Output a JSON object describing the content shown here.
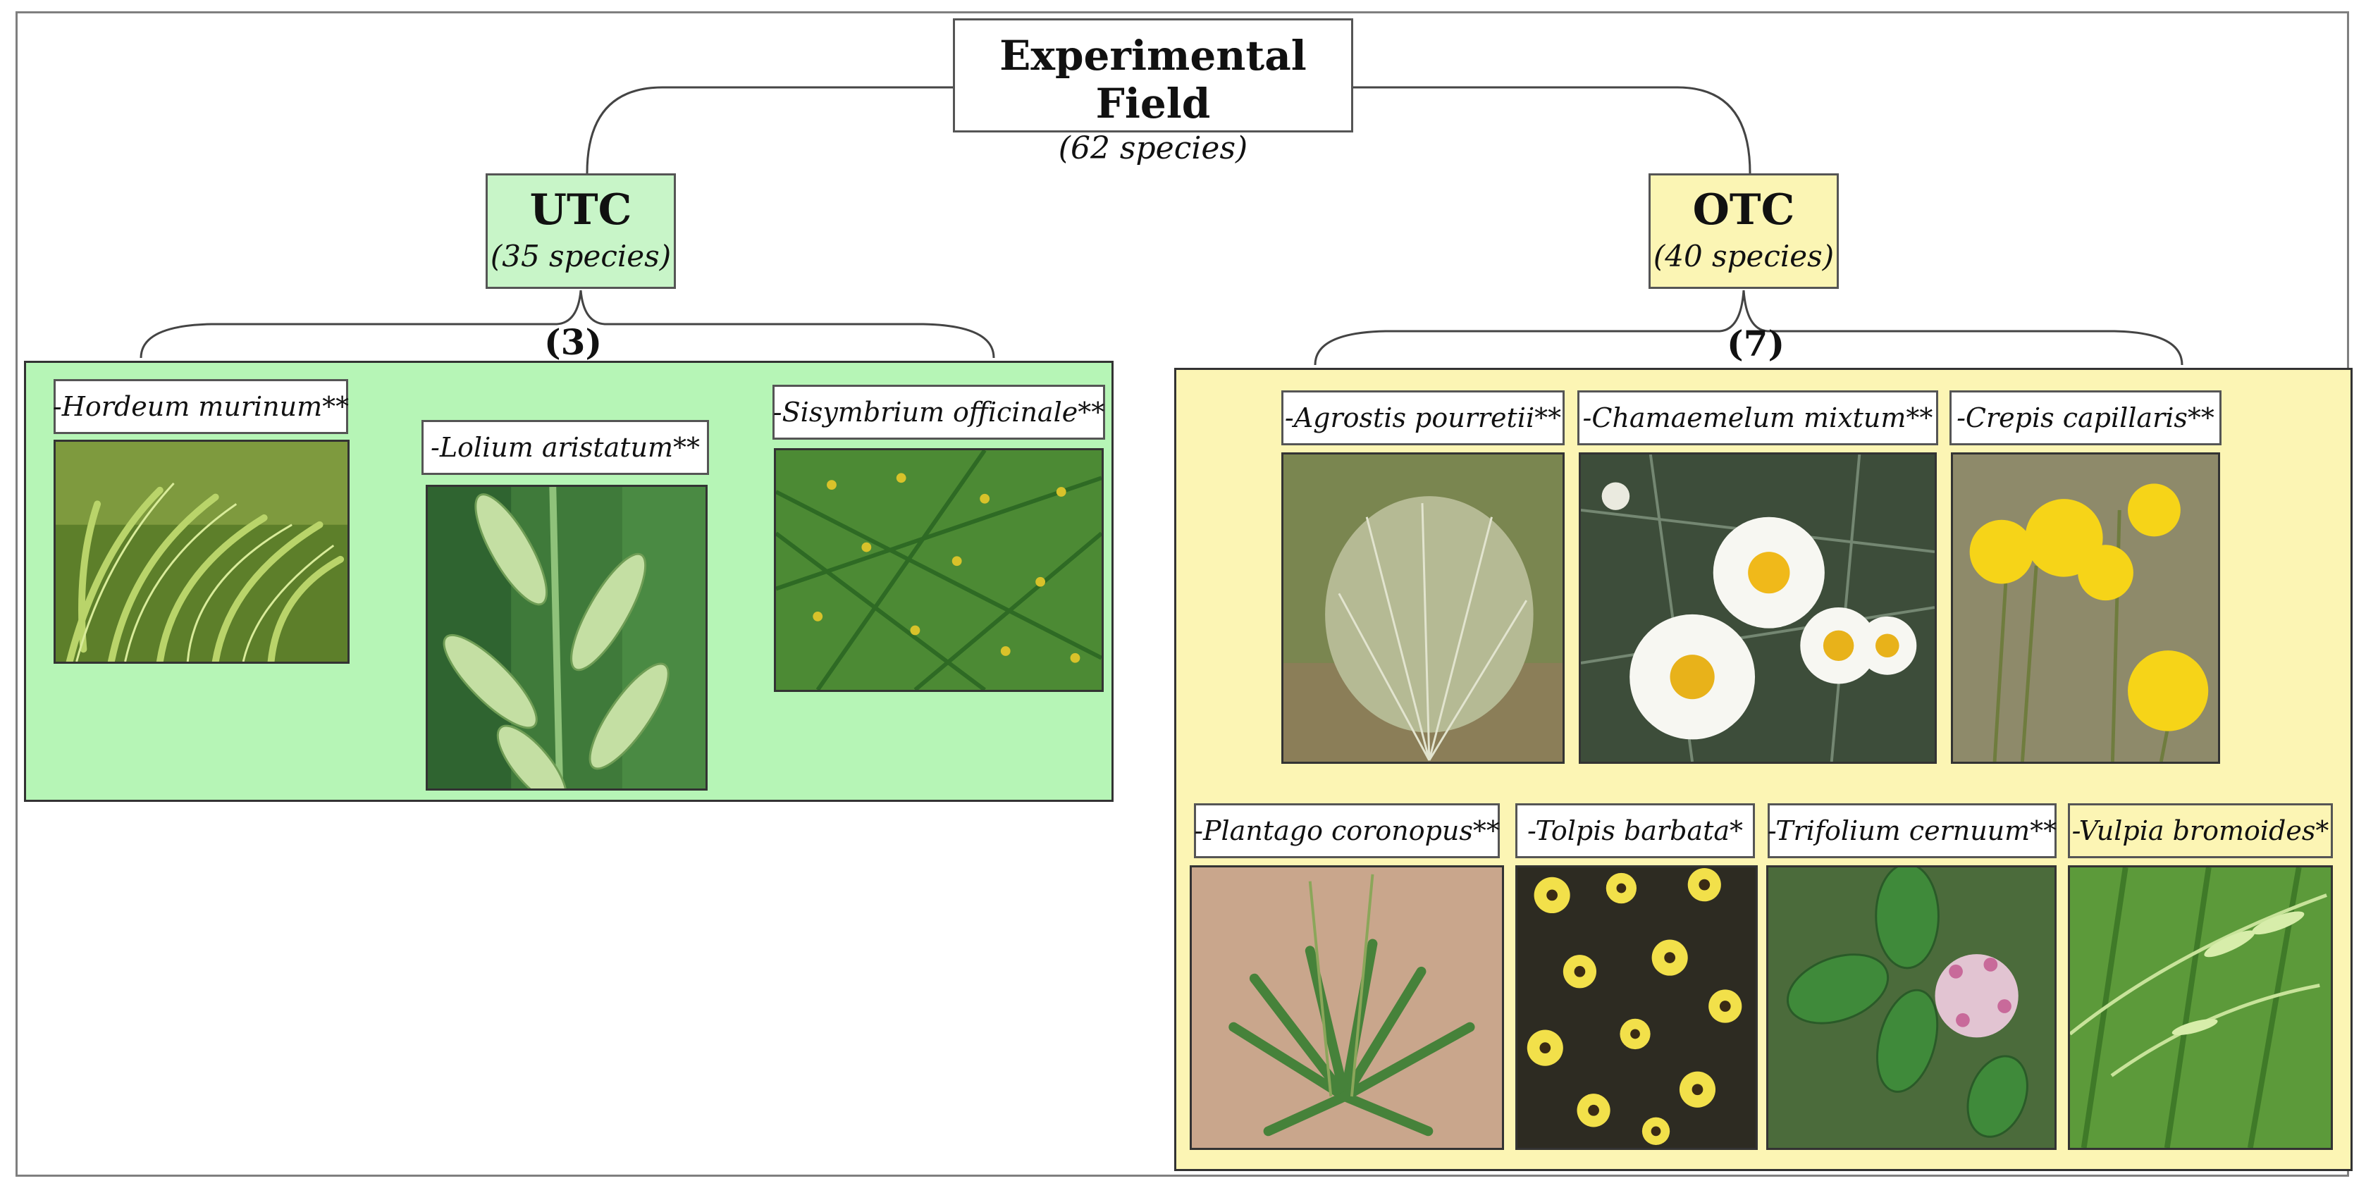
{
  "root": {
    "title": "Experimental Field",
    "subtitle": "(62 species)"
  },
  "utc": {
    "title": "UTC",
    "subtitle": "(35 species)",
    "count": "(3)",
    "color": "#b6f5b6",
    "species": [
      {
        "label": "-Hordeum murinum**",
        "photo": "grass-spikes-photo"
      },
      {
        "label": "-Lolium aristatum**",
        "photo": "ryegrass-photo"
      },
      {
        "label": "-Sisymbrium officinale**",
        "photo": "hedge-mustard-photo"
      }
    ]
  },
  "otc": {
    "title": "OTC",
    "subtitle": "(40 species)",
    "count": "(7)",
    "color": "#fcf5b4",
    "species": [
      {
        "label": "-Agrostis pourretii**",
        "photo": "bentgrass-photo"
      },
      {
        "label": "-Chamaemelum mixtum**",
        "photo": "chamomile-photo"
      },
      {
        "label": "-Crepis capillaris**",
        "photo": "hawksbeard-photo"
      },
      {
        "label": "-Plantago coronopus**",
        "photo": "plantain-rosette-photo"
      },
      {
        "label": "-Tolpis barbata*",
        "photo": "tolpis-flowers-photo"
      },
      {
        "label": "-Trifolium cernuum**",
        "photo": "clover-photo"
      },
      {
        "label": "-Vulpia bromoides*",
        "photo": "vulpia-grass-photo"
      }
    ]
  }
}
